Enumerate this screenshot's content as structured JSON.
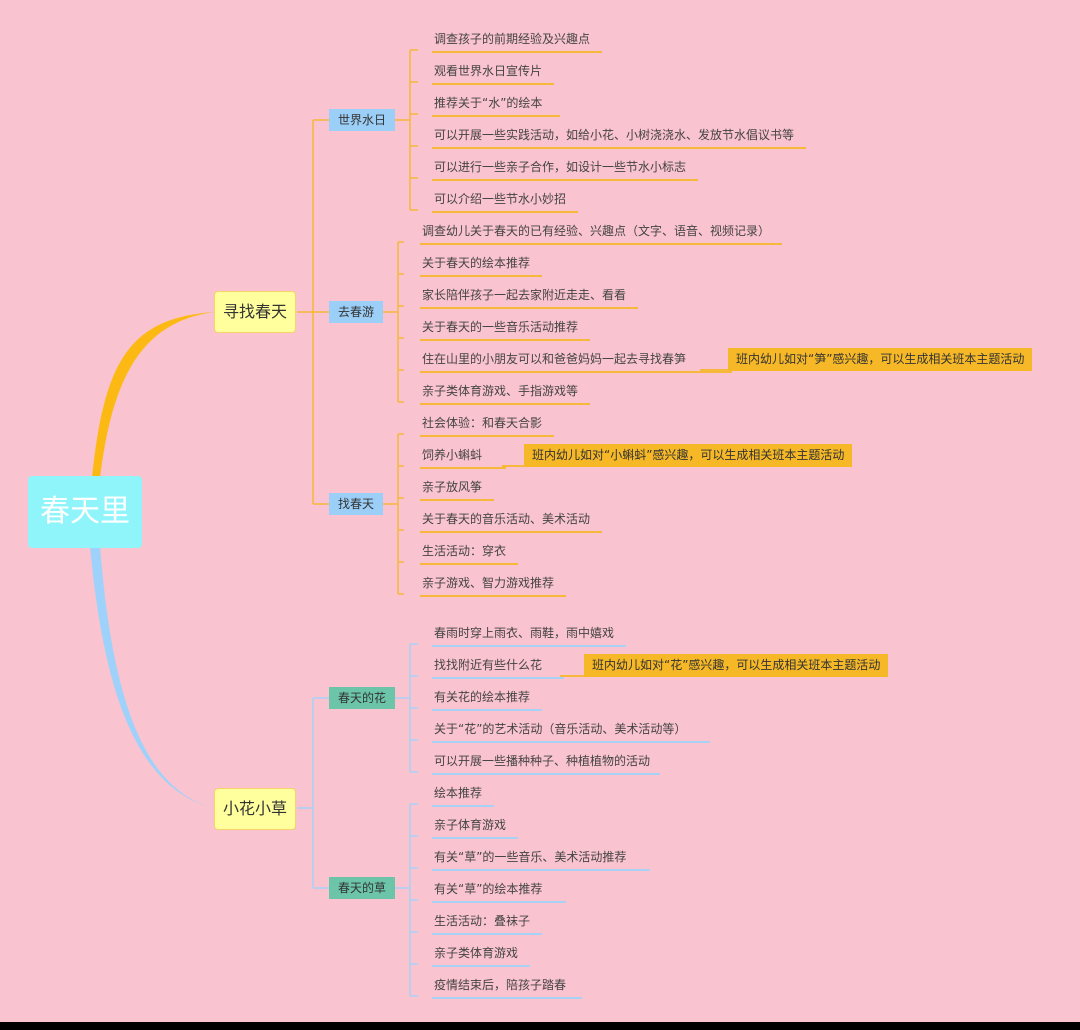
{
  "root": "春天里",
  "branches": [
    {
      "label": "寻找春天",
      "subs": [
        {
          "label": "世界水日",
          "items": [
            "调查孩子的前期经验及兴趣点",
            "观看世界水日宣传片",
            "推荐关于“水”的绘本",
            "可以开展一些实践活动，如给小花、小树浇浇水、发放节水倡议书等",
            "可以进行一些亲子合作，如设计一些节水小标志",
            "可以介绍一些节水小妙招"
          ]
        },
        {
          "label": "去春游",
          "items": [
            "调查幼儿关于春天的已有经验、兴趣点（文字、语音、视频记录）",
            "关于春天的绘本推荐",
            "家长陪伴孩子一起去家附近走走、看看",
            "关于春天的一些音乐活动推荐",
            "住在山里的小朋友可以和爸爸妈妈一起去寻找春笋",
            "亲子类体育游戏、手指游戏等"
          ],
          "note": "班内幼儿如对“笋”感兴趣，可以生成相关班本主题活动"
        },
        {
          "label": "找春天",
          "items": [
            "社会体验：和春天合影",
            "饲养小蝌蚪",
            "亲子放风筝",
            "关于春天的音乐活动、美术活动",
            "生活活动：穿衣",
            "亲子游戏、智力游戏推荐"
          ],
          "note": "班内幼儿如对“小蝌蚪”感兴趣，可以生成相关班本主题活动"
        }
      ]
    },
    {
      "label": "小花小草",
      "subs": [
        {
          "label": "春天的花",
          "items": [
            "春雨时穿上雨衣、雨鞋，雨中嬉戏",
            "找找附近有些什么花",
            "有关花的绘本推荐",
            "关于“花”的艺术活动（音乐活动、美术活动等）",
            "可以开展一些播种种子、种植植物的活动"
          ],
          "note": "班内幼儿如对“花”感兴趣，可以生成相关班本主题活动"
        },
        {
          "label": "春天的草",
          "items": [
            "绘本推荐",
            "亲子体育游戏",
            "有关“草”的一些音乐、美术活动推荐",
            "有关“草”的绘本推荐",
            "生活活动：叠袜子",
            "亲子类体育游戏",
            "疫情结束后，陪孩子踏春"
          ]
        }
      ]
    }
  ],
  "colors": {
    "background": "#f9c3cf",
    "root": "#8ff5fb",
    "main_node": "#ffff9d",
    "sub_blue": "#9ccff7",
    "sub_green": "#6cc5a8",
    "line_orange": "#f6b83a",
    "line_blue": "#a8d2f5",
    "note": "#f6b827"
  }
}
